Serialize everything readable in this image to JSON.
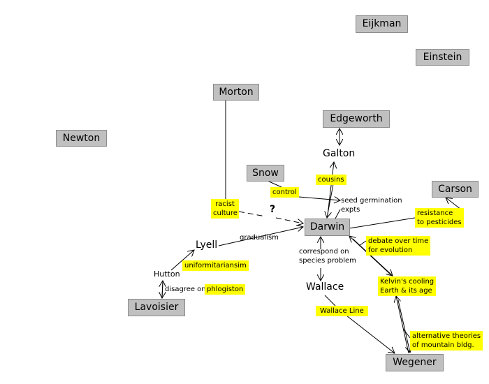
{
  "nodes": {
    "eijkman": "Eijkman",
    "einstein": "Einstein",
    "morton": "Morton",
    "newton": "Newton",
    "edgeworth": "Edgeworth",
    "galton": "Galton",
    "snow": "Snow",
    "carson": "Carson",
    "darwin": "Darwin",
    "lyell": "Lyell",
    "hutton": "Hutton",
    "lavoisier": "Lavoisier",
    "wallace": "Wallace",
    "wegener": "Wegener"
  },
  "links": {
    "cousins": "cousins",
    "control": "control",
    "racist_culture_1": "racist",
    "racist_culture_2": "culture",
    "question": "?",
    "seed_1": "seed germination",
    "seed_2": "expts",
    "resistance_1": "resistance",
    "resistance_2": "to pesticides",
    "gradualism": "gradualism",
    "debate_1": "debate over time",
    "debate_2": "for evolution",
    "correspond_1": "correspond on",
    "correspond_2": "species problem",
    "uniformitarianism": "uniformitariansim",
    "disagree_on": "disagree on",
    "phlogiston": "phlogiston",
    "kelvin_1": "Kelvin's cooling",
    "kelvin_2": "Earth & its age",
    "wallace_line": "Wallace Line",
    "mountain_1": "alternative theories",
    "mountain_2": "of mountain bldg."
  },
  "colors": {
    "node_fill": "#c0c0c0",
    "highlight": "#ffff00"
  }
}
